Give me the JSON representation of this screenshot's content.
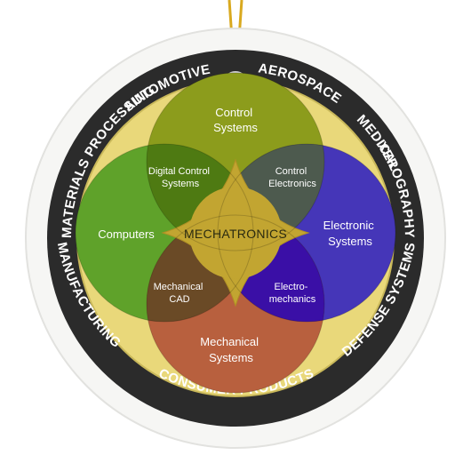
{
  "colors": {
    "ornament_white": "#f6f6f4",
    "outer_ring": "#2b2b2b",
    "inner_disc": "#e9d87a",
    "string": "#d9a91f",
    "control": "#8c9c1c",
    "electronic": "#4536b8",
    "mechanical": "#b8603e",
    "computers": "#5fa22a",
    "digital_control": "#4e7a12",
    "control_electronics": "#4d5a4e",
    "mechanical_cad": "#6a4a26",
    "electromechanics": "#3a0fa6",
    "center": "#c2a531"
  },
  "ring": {
    "industries": [
      "AUTOMOTIVE",
      "AEROSPACE",
      "MEDICAL",
      "XEROGRAPHY",
      "DEFENSE SYSTEMS",
      "CONSUMER PRODUCTS",
      "MANUFACTURING",
      "MATERIALS PROCESSING"
    ]
  },
  "venn": {
    "control_line1": "Control",
    "control_line2": "Systems",
    "electronic_line1": "Electronic",
    "electronic_line2": "Systems",
    "mechanical_line1": "Mechanical",
    "mechanical_line2": "Systems",
    "computers": "Computers",
    "digital_control_line1": "Digital Control",
    "digital_control_line2": "Systems",
    "control_electronics_line1": "Control",
    "control_electronics_line2": "Electronics",
    "mechanical_cad_line1": "Mechanical",
    "mechanical_cad_line2": "CAD",
    "electromechanics_line1": "Electro-",
    "electromechanics_line2": "mechanics",
    "center": "MECHATRONICS"
  }
}
